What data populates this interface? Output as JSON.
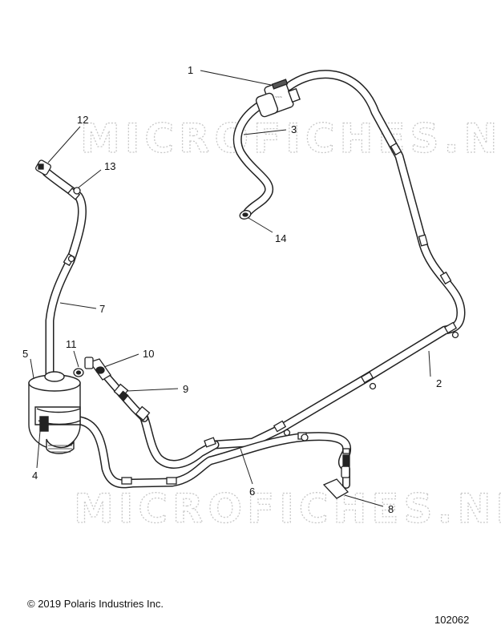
{
  "watermark": "MICROFICHES.NET",
  "copyright": "© 2019 Polaris Industries Inc.",
  "figure_number": "102062",
  "callouts": [
    "1",
    "2",
    "3",
    "4",
    "5",
    "6",
    "7",
    "8",
    "9",
    "10",
    "11",
    "12",
    "13",
    "14"
  ],
  "colors": {
    "line": "#222222",
    "watermark": "#c8c8c8",
    "hose_fill": "#ffffff"
  }
}
